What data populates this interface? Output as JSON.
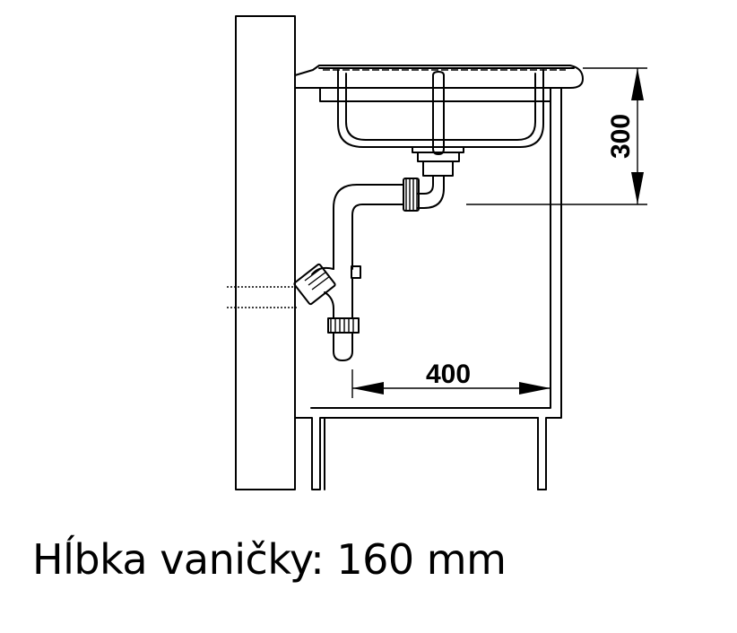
{
  "dimensions": {
    "height_label": "300",
    "width_label": "400"
  },
  "caption": "Hĺbka vaničky: 160 mm"
}
